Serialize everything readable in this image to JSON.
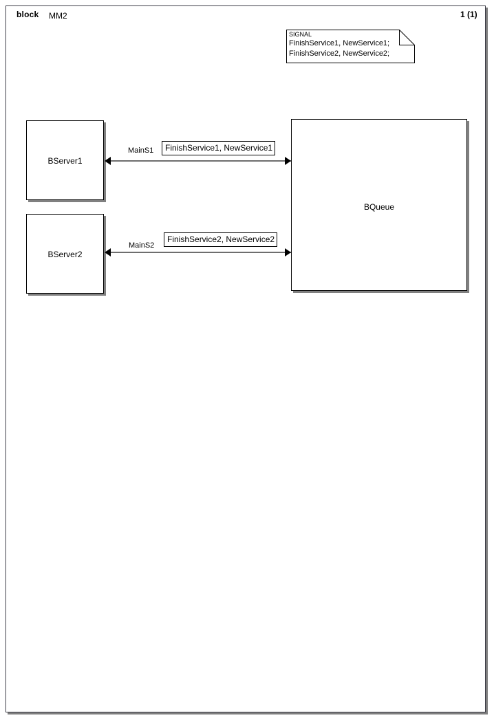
{
  "header": {
    "keyword": "block",
    "diagram_name": "MM2",
    "page_number": "1 (1)"
  },
  "signal_note": {
    "title": "SIGNAL",
    "lines": [
      "FinishService1, NewService1;",
      "FinishService2, NewService2;"
    ]
  },
  "blocks": [
    {
      "id": "bserver1",
      "label": "BServer1"
    },
    {
      "id": "bserver2",
      "label": "BServer2"
    },
    {
      "id": "bqueue",
      "label": "BQueue"
    }
  ],
  "channels": [
    {
      "id": "mains1",
      "name": "MainS1",
      "signal_list": "FinishService1, NewService1",
      "from": "BServer1",
      "to": "BQueue",
      "direction": "bidirectional"
    },
    {
      "id": "mains2",
      "name": "MainS2",
      "signal_list": "FinishService2, NewService2",
      "from": "BServer2",
      "to": "BQueue",
      "direction": "bidirectional"
    }
  ],
  "colors": {
    "line": "#000000",
    "channel": "#6e6e6e",
    "shadow": "#808080",
    "background": "#ffffff",
    "frame": "#3a3a44"
  }
}
